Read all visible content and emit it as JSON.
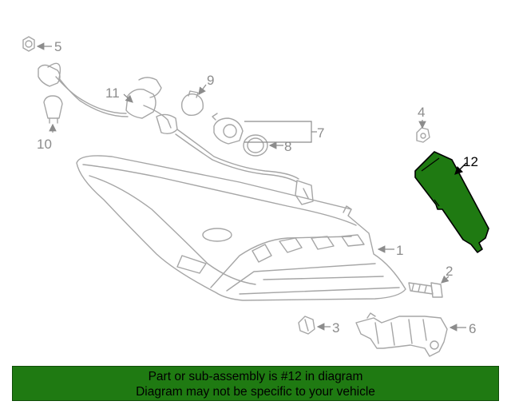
{
  "callouts": {
    "c1": "1",
    "c2": "2",
    "c3": "3",
    "c4": "4",
    "c5": "5",
    "c6": "6",
    "c7": "7",
    "c8": "8",
    "c9": "9",
    "c10": "10",
    "c11": "11",
    "c12": "12"
  },
  "highlight": {
    "part_number": "12",
    "color": "#1f7a12"
  },
  "banner": {
    "line1": "Part or sub-assembly is #12 in diagram",
    "line2": "Diagram may not be specific to your vehicle",
    "color": "#1f7a12"
  }
}
